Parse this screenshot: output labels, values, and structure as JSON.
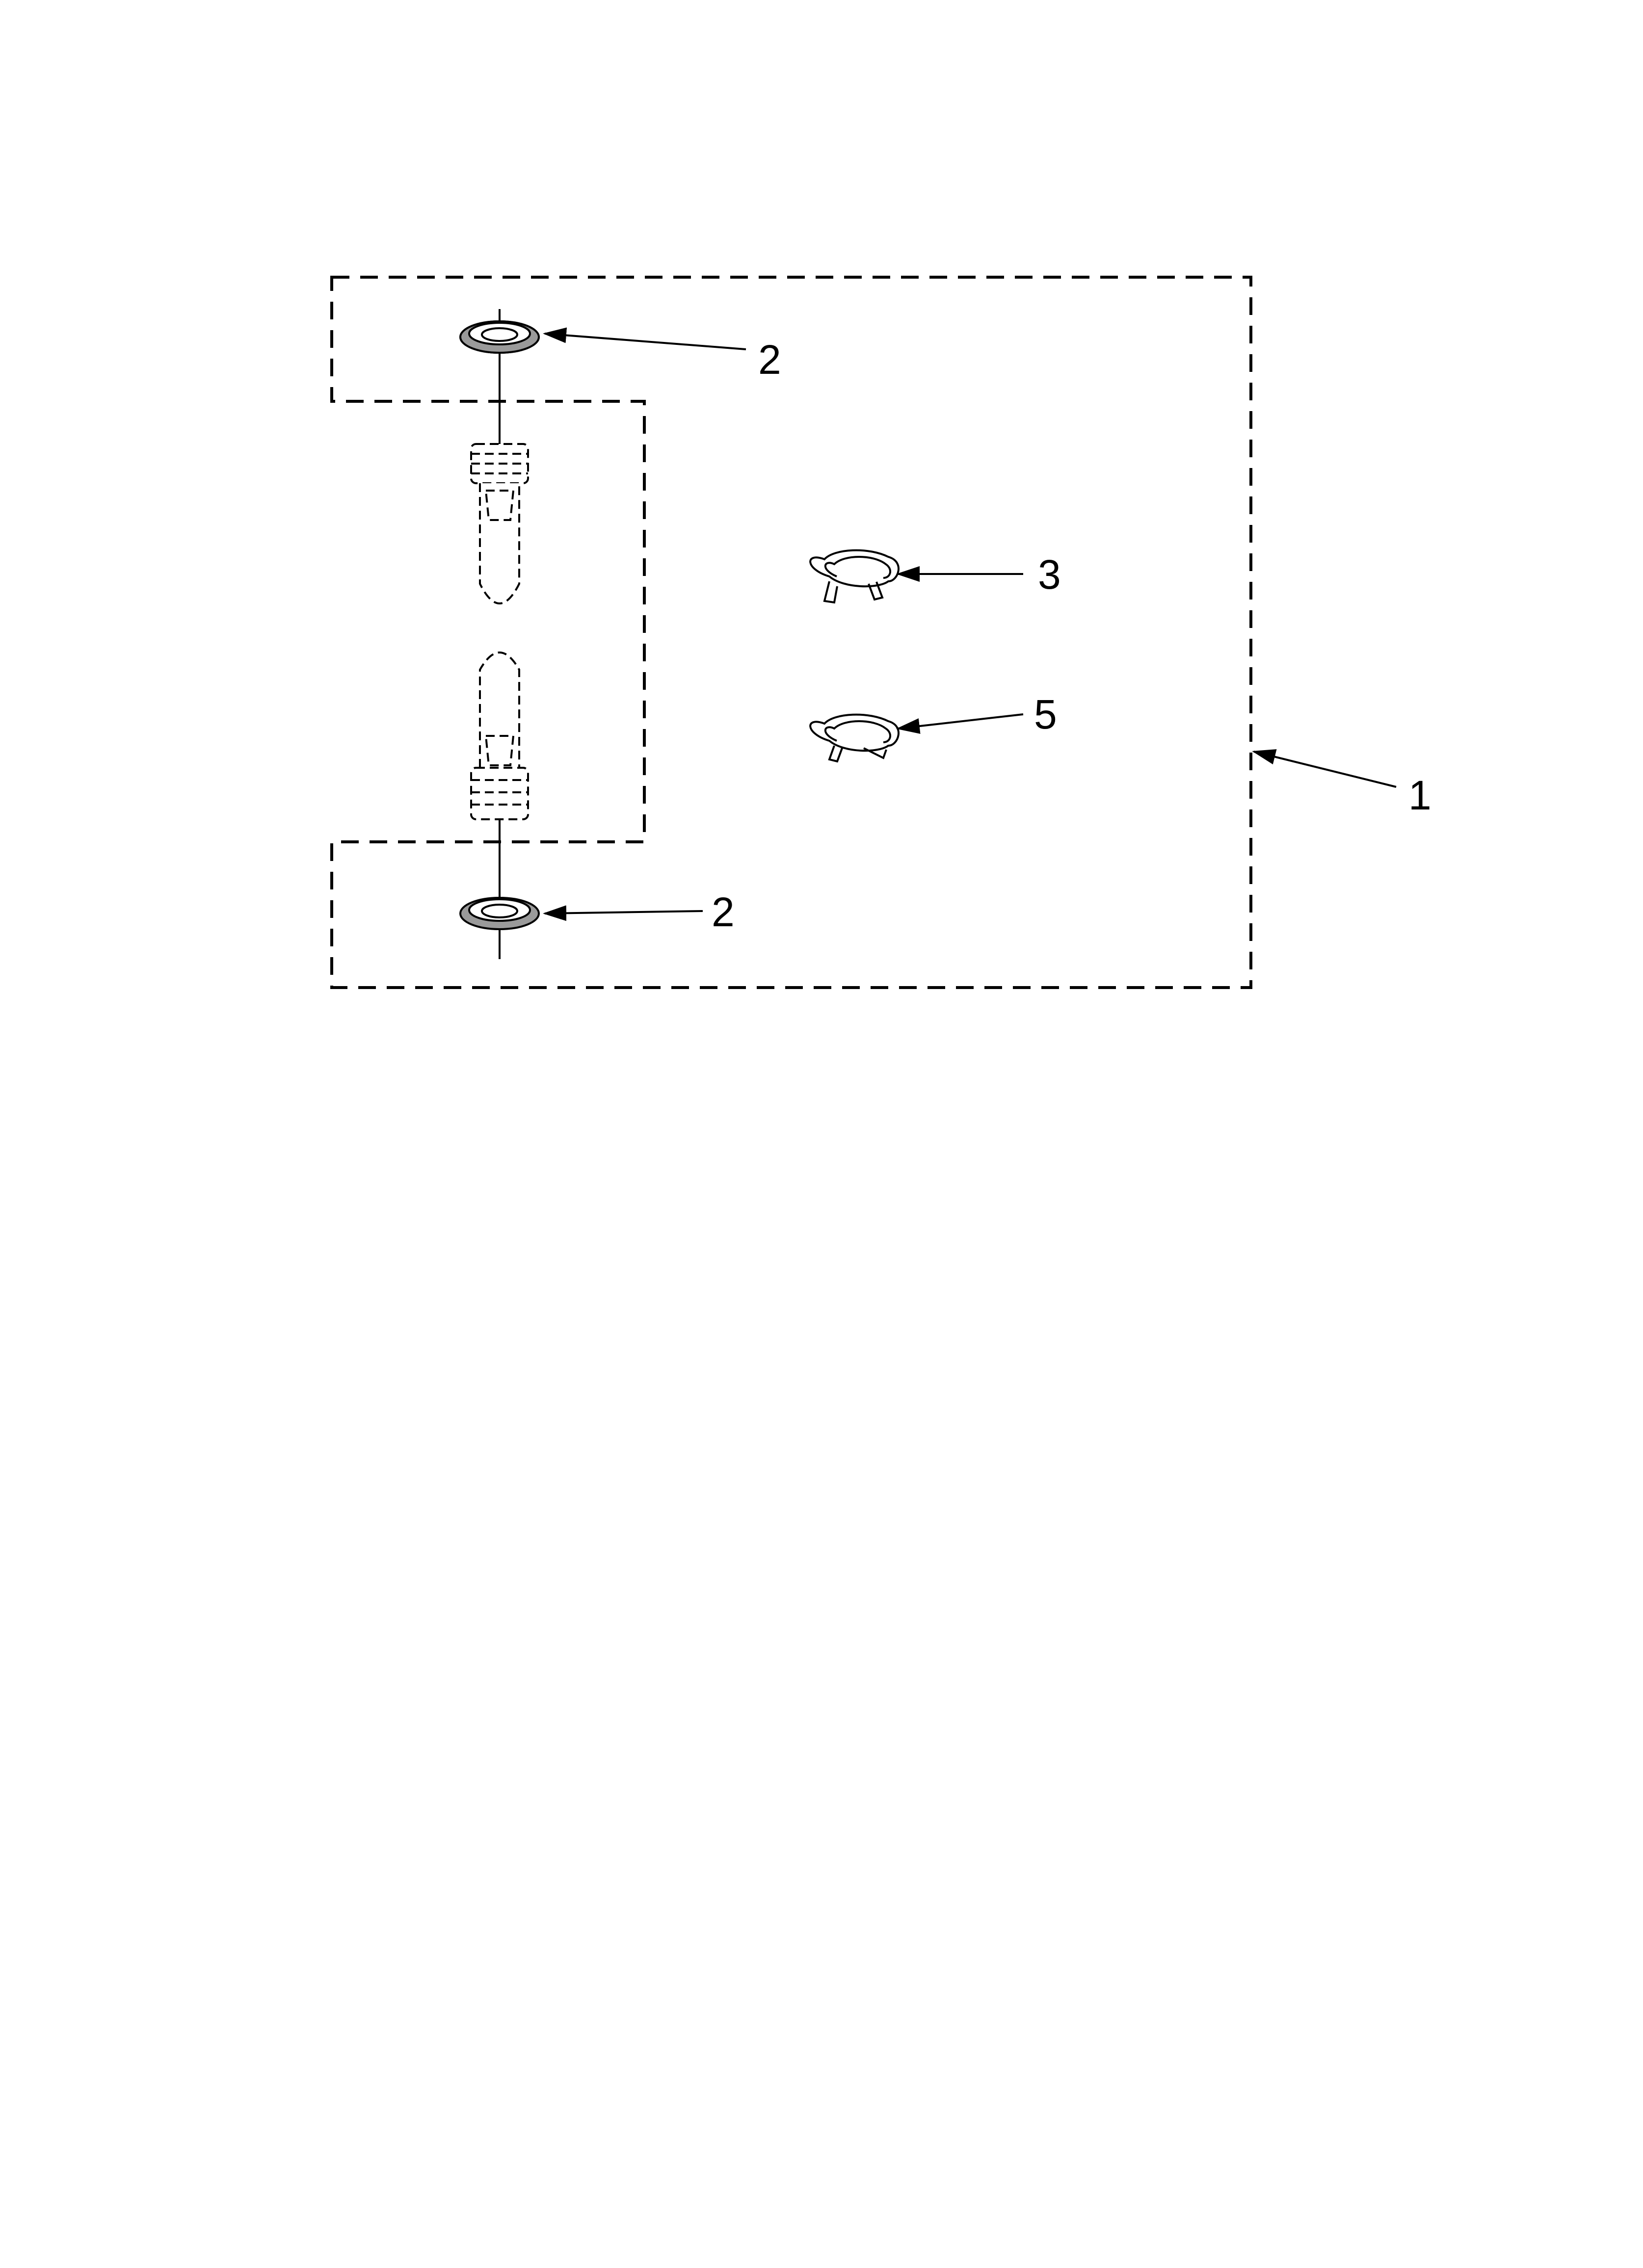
{
  "diagram": {
    "callouts": {
      "washer_top": "2",
      "washer_bottom": "2",
      "clamp_upper": "3",
      "clamp_lower": "5",
      "kit": "1"
    }
  }
}
